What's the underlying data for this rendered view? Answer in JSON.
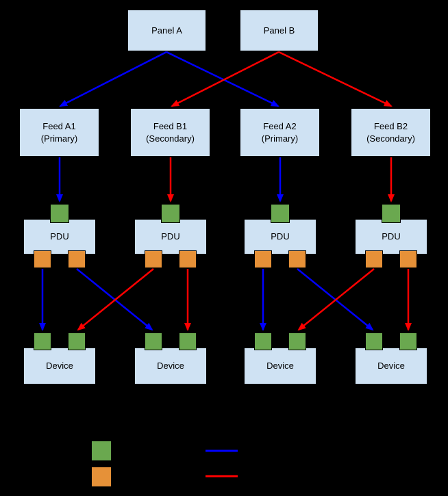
{
  "colors": {
    "background": "#000000",
    "node_fill": "#cfe2f3",
    "node_text": "#000000",
    "input_port_green": "#6aa84f",
    "output_port_orange": "#e69138",
    "primary_path_blue": "#0000ff",
    "secondary_path_red": "#ff0000"
  },
  "panels": [
    {
      "label": "Panel A"
    },
    {
      "label": "Panel B"
    }
  ],
  "feeds": [
    {
      "name": "Feed A1",
      "role": "(Primary)"
    },
    {
      "name": "Feed B1",
      "role": "(Secondary)"
    },
    {
      "name": "Feed A2",
      "role": "(Primary)"
    },
    {
      "name": "Feed B2",
      "role": "(Secondary)"
    }
  ],
  "pdus": [
    {
      "label": "PDU"
    },
    {
      "label": "PDU"
    },
    {
      "label": "PDU"
    },
    {
      "label": "PDU"
    }
  ],
  "devices": [
    {
      "label": "Device"
    },
    {
      "label": "Device"
    },
    {
      "label": "Device"
    },
    {
      "label": "Device"
    }
  ],
  "connections": [
    {
      "from": "Panel A",
      "to": "Feed A1 (Primary)",
      "path": "blue"
    },
    {
      "from": "Panel A",
      "to": "Feed A2 (Primary)",
      "path": "blue"
    },
    {
      "from": "Panel B",
      "to": "Feed B1 (Secondary)",
      "path": "red"
    },
    {
      "from": "Panel B",
      "to": "Feed B2 (Secondary)",
      "path": "red"
    },
    {
      "from": "Feed A1 (Primary)",
      "to": "PDU 1 input",
      "path": "blue"
    },
    {
      "from": "Feed B1 (Secondary)",
      "to": "PDU 2 input",
      "path": "red"
    },
    {
      "from": "Feed A2 (Primary)",
      "to": "PDU 3 input",
      "path": "blue"
    },
    {
      "from": "Feed B2 (Secondary)",
      "to": "PDU 4 input",
      "path": "red"
    },
    {
      "from": "PDU 1 output left",
      "to": "Device 1 input left",
      "path": "blue"
    },
    {
      "from": "PDU 1 output right",
      "to": "Device 2 input left",
      "path": "blue"
    },
    {
      "from": "PDU 2 output left",
      "to": "Device 1 input right",
      "path": "red"
    },
    {
      "from": "PDU 2 output right",
      "to": "Device 2 input right",
      "path": "red"
    },
    {
      "from": "PDU 3 output left",
      "to": "Device 3 input left",
      "path": "blue"
    },
    {
      "from": "PDU 3 output right",
      "to": "Device 4 input left",
      "path": "blue"
    },
    {
      "from": "PDU 4 output left",
      "to": "Device 3 input right",
      "path": "red"
    },
    {
      "from": "PDU 4 output right",
      "to": "Device 4 input right",
      "path": "red"
    }
  ],
  "legend": {
    "swatches": [
      {
        "name": "input-port-swatch",
        "color": "#6aa84f"
      },
      {
        "name": "output-port-swatch",
        "color": "#e69138"
      }
    ],
    "lines": [
      {
        "name": "primary-path-line",
        "color": "#0000ff"
      },
      {
        "name": "secondary-path-line",
        "color": "#ff0000"
      }
    ]
  }
}
